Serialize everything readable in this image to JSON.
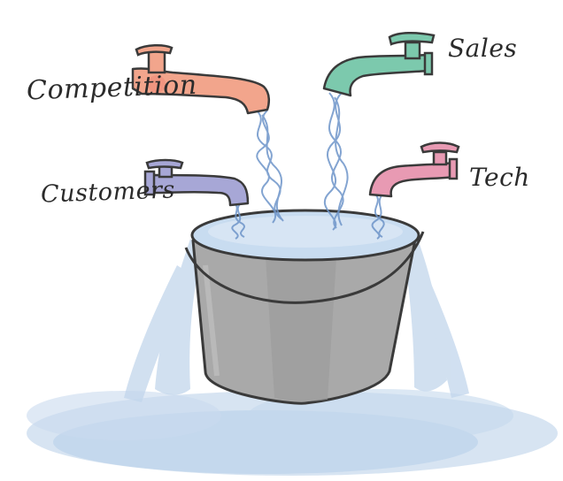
{
  "labels": {
    "competition": "Competition",
    "sales": "Sales",
    "customers": "Customers",
    "tech": "Tech"
  },
  "colors": {
    "competition_faucet": "#f2a58c",
    "sales_faucet": "#7cc9ad",
    "customers_faucet": "#a7a7d6",
    "tech_faucet": "#e89ab3",
    "bucket": "#a9a9a9",
    "water": "#bcd3ea",
    "stream": "#6e95c9",
    "ink": "#3a3a3a"
  },
  "icons": {
    "faucets": [
      "competition-faucet-icon",
      "sales-faucet-icon",
      "customers-faucet-icon",
      "tech-faucet-icon"
    ],
    "bucket": "bucket-icon"
  }
}
